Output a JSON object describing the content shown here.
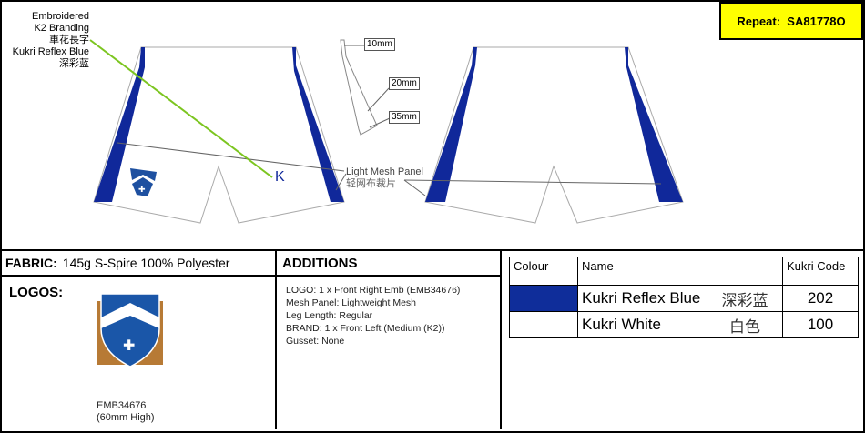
{
  "repeat": {
    "label": "Repeat:",
    "code": "SA81778O"
  },
  "annotations": {
    "embroidered": [
      "Embroidered",
      "K2  Branding",
      "車花長字",
      "Kukri Reflex Blue",
      "深彩蓝"
    ],
    "mesh_panel": "Light Mesh Panel",
    "mesh_panel_cn": "轻网布裁片",
    "dimensions": [
      "10mm",
      "20mm",
      "35mm"
    ]
  },
  "fabric": {
    "label": "FABRIC:",
    "value": "145g S-Spire 100% Polyester"
  },
  "logos": {
    "label": "LOGOS:",
    "code": "EMB34676",
    "size": "(60mm High)"
  },
  "additions": {
    "title": "ADDITIONS",
    "items": [
      "LOGO: 1 x Front Right Emb (EMB34676)",
      "Mesh Panel: Lightweight Mesh",
      "Leg Length: Regular",
      "BRAND: 1 x Front Left (Medium (K2))",
      "Gusset: None"
    ]
  },
  "colours": {
    "headers": [
      "Colour",
      "Name",
      "",
      "Kukri Code"
    ],
    "rows": [
      {
        "swatch": "#0f2d9a",
        "name": "Kukri Reflex Blue",
        "cn": "深彩蓝",
        "code": "202"
      },
      {
        "swatch": "#ffffff",
        "name": "Kukri White",
        "cn": "白色",
        "code": "100"
      }
    ]
  },
  "colors": {
    "blue": "#10289a",
    "green": "#7cc520",
    "yellow": "#ffff00"
  }
}
